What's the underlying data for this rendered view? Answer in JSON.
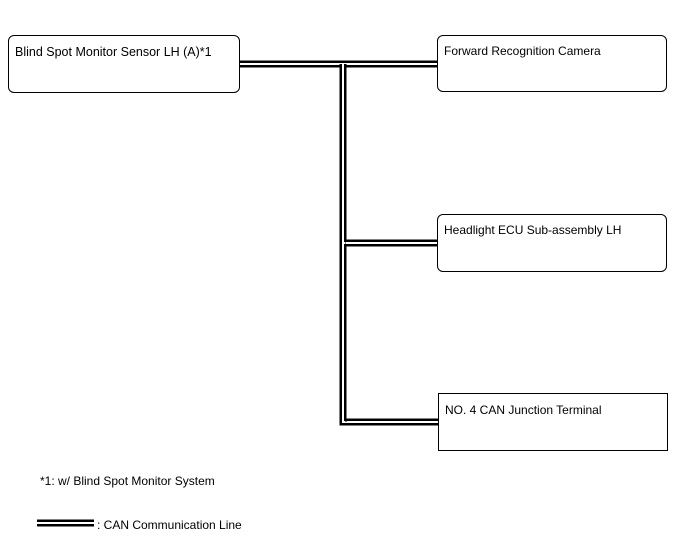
{
  "nodes": {
    "bsm_sensor": "Blind Spot Monitor Sensor LH (A)*1",
    "forward_camera": "Forward Recognition Camera",
    "headlight_ecu": "Headlight ECU Sub-assembly LH",
    "junction_terminal": "NO. 4 CAN Junction Terminal"
  },
  "notes": {
    "footnote": "*1: w/ Blind Spot Monitor System",
    "legend": ": CAN Communication Line"
  },
  "colors": {
    "line": "#000000",
    "background": "#ffffff"
  }
}
